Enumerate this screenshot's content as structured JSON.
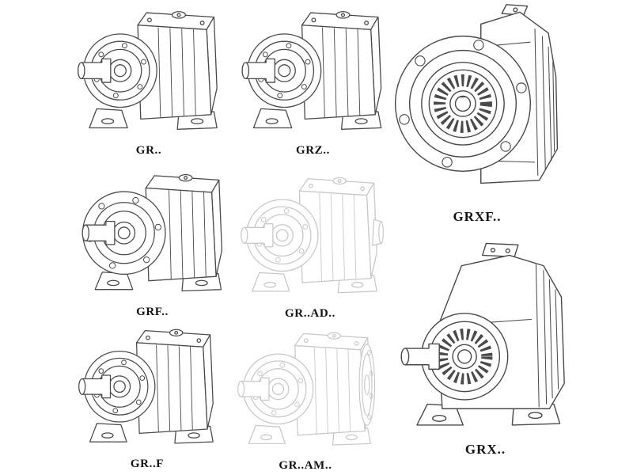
{
  "page": {
    "kind": "gearbox-catalog-line-drawings",
    "background": "#ffffff",
    "colors": {
      "line": "#4a4a4a",
      "faded_line": "#c7c7c7",
      "label": "#111111"
    }
  },
  "items": [
    {
      "label": "GR..",
      "drawing": "foot-mounted-helical-gearbox",
      "faded": false
    },
    {
      "label": "GRZ..",
      "drawing": "foot-mounted-helical-gearbox",
      "faded": false
    },
    {
      "label": "GRXF..",
      "drawing": "flange-mounted-gearbox-front-view",
      "faded": false
    },
    {
      "label": "GRF..",
      "drawing": "flange-input-gearbox",
      "faded": false
    },
    {
      "label": "GR..AD..",
      "drawing": "gearbox-with-input-adapter",
      "faded": true
    },
    {
      "label": "GRX..",
      "drawing": "large-foot-mounted-gearbox",
      "faded": false
    },
    {
      "label": "GR..F",
      "drawing": "foot-mounted-helical-gearbox",
      "faded": false
    },
    {
      "label": "GR..AM..",
      "drawing": "gearbox-with-motor-flange",
      "faded": true
    }
  ]
}
